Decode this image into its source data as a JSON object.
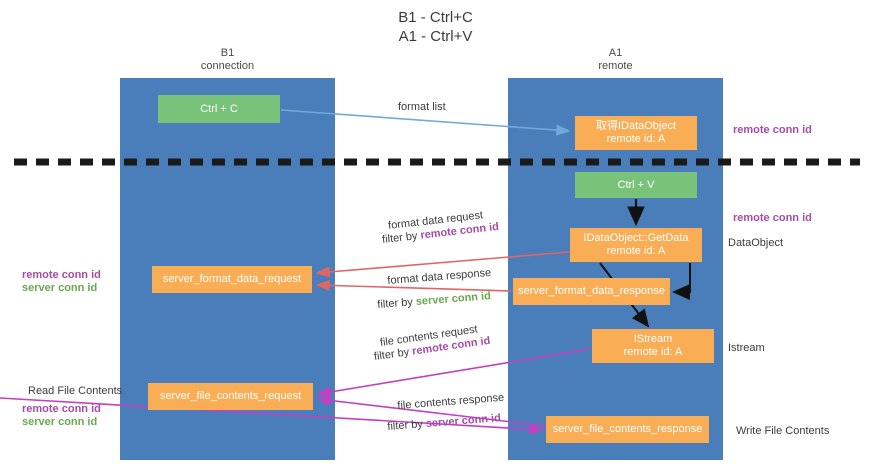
{
  "title": {
    "line1": "B1 - Ctrl+C",
    "line2": "A1 - Ctrl+V"
  },
  "lanes": [
    {
      "id": "b1",
      "name": "B1",
      "subtitle": "connection",
      "color": "#4a7ebb"
    },
    {
      "id": "a1",
      "name": "A1",
      "subtitle": "remote",
      "color": "#4a7ebb"
    }
  ],
  "colors": {
    "lane": "#4a7ebb",
    "green_node": "#79c279",
    "orange_node": "#f9ad54",
    "purple_text": "#a64ca6",
    "green_text": "#6aa84f",
    "divider": "#1a1a1a",
    "arrow_blue": "#6fa8dc",
    "arrow_red": "#e06666",
    "arrow_magenta": "#c23fc2",
    "arrow_black": "#000000"
  },
  "nodes": [
    {
      "id": "ctrl-c",
      "line1": "Ctrl + C",
      "line2": "",
      "lane": "b1",
      "style": "green"
    },
    {
      "id": "idataobject",
      "line1": "取得IDataObject",
      "line2": "remote id: A",
      "lane": "a1",
      "style": "orange"
    },
    {
      "id": "ctrl-v",
      "line1": "Ctrl + V",
      "line2": "",
      "lane": "a1",
      "style": "green"
    },
    {
      "id": "getdata",
      "line1": "IDataObject::GetData",
      "line2": "remote id: A",
      "lane": "a1",
      "style": "orange"
    },
    {
      "id": "server-format-data-request",
      "line1": "server_format_data_request",
      "line2": "",
      "lane": "b1",
      "style": "orange"
    },
    {
      "id": "server-format-data-response",
      "line1": "server_format_data_response",
      "line2": "",
      "lane": "a1",
      "style": "orange"
    },
    {
      "id": "istream",
      "line1": "IStream",
      "line2": "remote id: A",
      "lane": "a1",
      "style": "orange"
    },
    {
      "id": "server-file-contents-request",
      "line1": "server_file_contents_request",
      "line2": "",
      "lane": "b1",
      "style": "orange"
    },
    {
      "id": "server-file-contents-response",
      "line1": "server_file_contents_response",
      "line2": "",
      "lane": "a1",
      "style": "orange"
    }
  ],
  "labels": {
    "format_list": "format list",
    "remote_conn_id": "remote conn id",
    "server_conn_id": "server conn id",
    "data_object": "DataObject",
    "format_data_request": "format data request",
    "filter_by": "filter by ",
    "format_data_response": "format data response",
    "istream": "Istream",
    "file_contents_request": "file contents request",
    "read_file_contents": "Read File Contents",
    "file_contents_response": "file contents response",
    "write_file_contents": "Write File Contents"
  }
}
